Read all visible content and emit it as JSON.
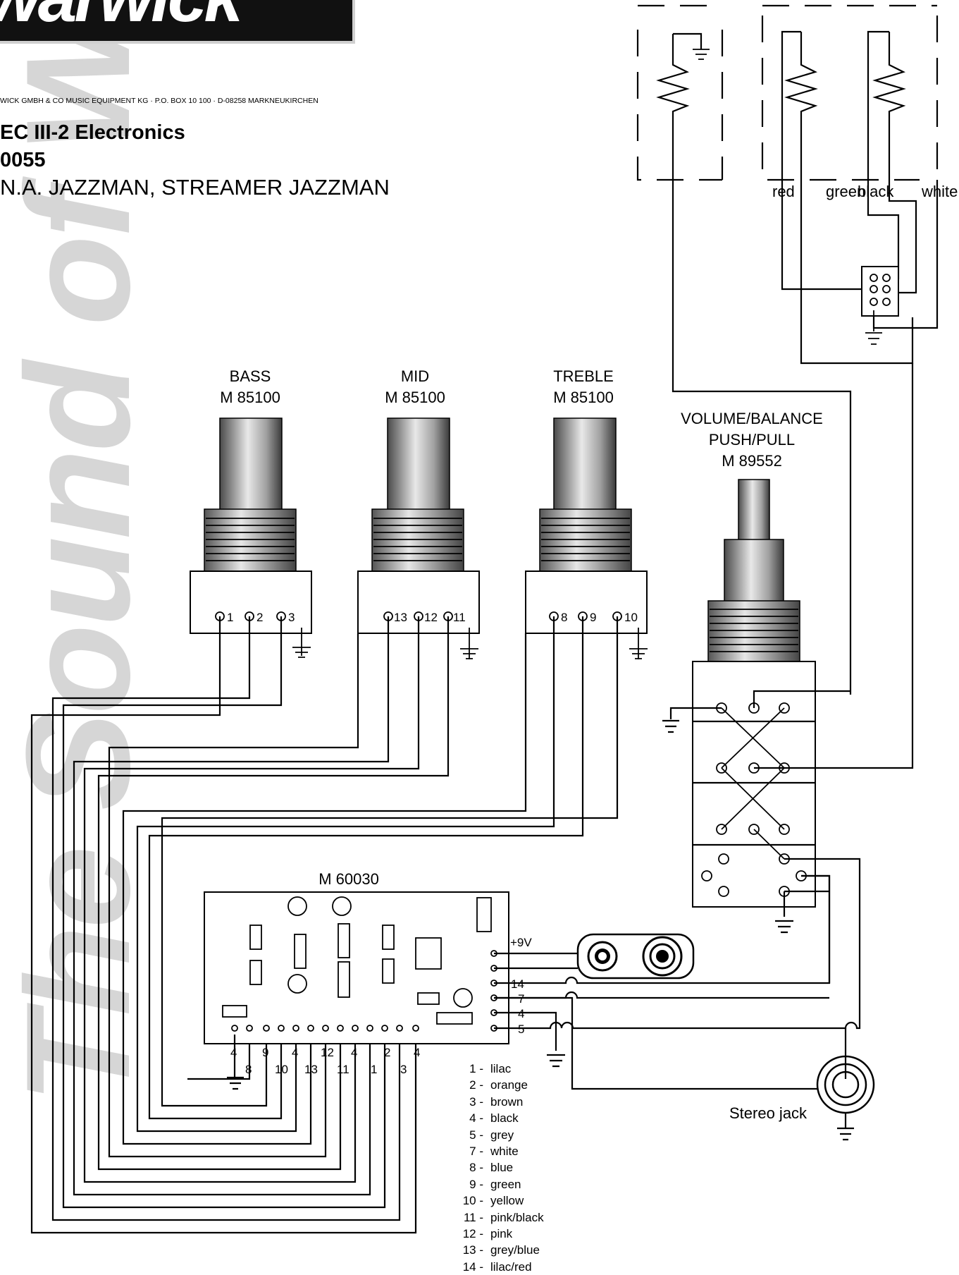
{
  "header": {
    "logo": "warwick",
    "company_line": "WICK GMBH & CO MUSIC EQUIPMENT KG · P.O. BOX 10 100 · D-08258 MARKNEUKIRCHEN",
    "title_line1": "EC III-2 Electronics",
    "title_line2": "0055",
    "title_line3": "N.A. JAZZMAN, STREAMER JAZZMAN"
  },
  "watermark": "The Sound of Wood.",
  "pickup_labels": {
    "red": "red",
    "green": "green",
    "black": "black",
    "white": "white"
  },
  "pots": [
    {
      "name": "BASS",
      "part": "M 85100",
      "pins": [
        "1",
        "2",
        "3"
      ]
    },
    {
      "name": "MID",
      "part": "M 85100",
      "pins": [
        "13",
        "12",
        "11"
      ]
    },
    {
      "name": "TREBLE",
      "part": "M 85100",
      "pins": [
        "8",
        "9",
        "10"
      ]
    }
  ],
  "volume": {
    "line1": "VOLUME/BALANCE",
    "line2": "PUSH/PULL",
    "part": "M 89552"
  },
  "module": {
    "part": "M 60030",
    "right_pins": [
      "+9V",
      "14",
      "7",
      "4",
      "5"
    ],
    "bottom_top_row": [
      "4",
      "9",
      "4",
      "12",
      "4",
      "2",
      "4"
    ],
    "bottom_low_row": [
      "8",
      "10",
      "13",
      "11",
      "1",
      "3"
    ]
  },
  "jack_label": "Stereo jack",
  "legend": [
    {
      "num": "1 -",
      "color": "lilac"
    },
    {
      "num": "2 -",
      "color": "orange"
    },
    {
      "num": "3 -",
      "color": "brown"
    },
    {
      "num": "4 -",
      "color": "black"
    },
    {
      "num": "5 -",
      "color": "grey"
    },
    {
      "num": "7 -",
      "color": "white"
    },
    {
      "num": "8 -",
      "color": "blue"
    },
    {
      "num": "9 -",
      "color": "green"
    },
    {
      "num": "10 -",
      "color": "yellow"
    },
    {
      "num": "11 -",
      "color": "pink/black"
    },
    {
      "num": "12 -",
      "color": "pink"
    },
    {
      "num": "13 -",
      "color": "grey/blue"
    },
    {
      "num": "14 -",
      "color": "lilac/red"
    }
  ]
}
